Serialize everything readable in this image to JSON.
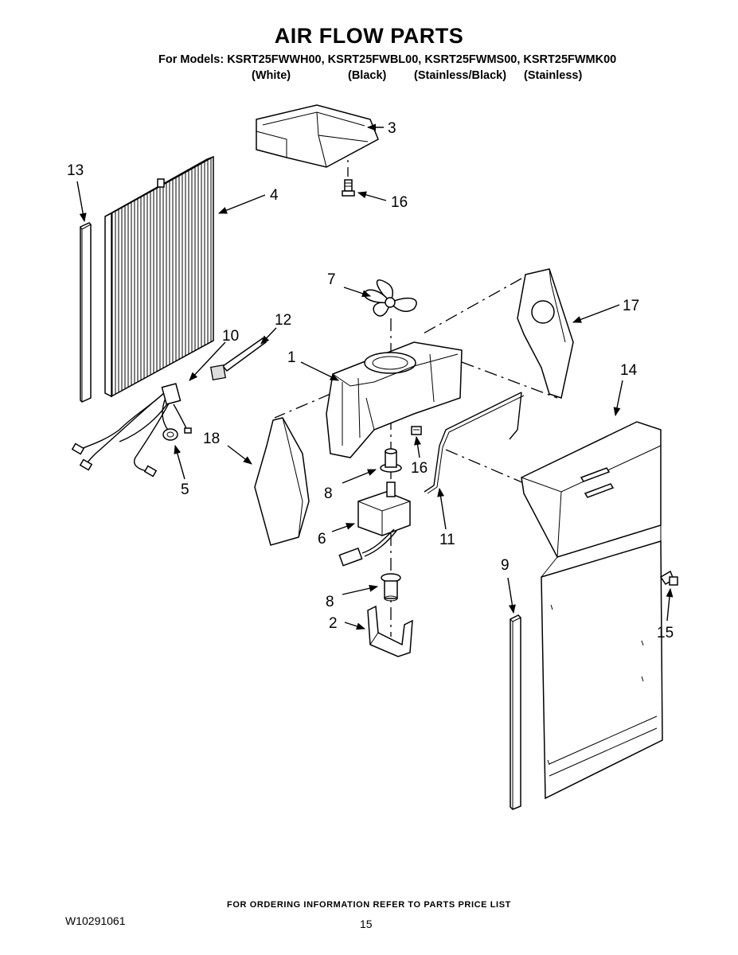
{
  "header": {
    "title": "AIR FLOW PARTS",
    "models_line": "For Models: KSRT25FWWH00, KSRT25FWBL00, KSRT25FWMS00, KSRT25FWMK00",
    "variants": [
      "(White)",
      "(Black)",
      "(Stainless/Black)",
      "(Stainless)"
    ]
  },
  "callouts": {
    "c1": "1",
    "c2": "2",
    "c3": "3",
    "c4": "4",
    "c5": "5",
    "c6": "6",
    "c7": "7",
    "c8a": "8",
    "c8b": "8",
    "c9": "9",
    "c10": "10",
    "c11": "11",
    "c12": "12",
    "c13": "13",
    "c14": "14",
    "c15": "15",
    "c16a": "16",
    "c16b": "16",
    "c17": "17",
    "c18": "18"
  },
  "footer": {
    "ordering_note": "FOR ORDERING INFORMATION REFER TO PARTS PRICE LIST",
    "document_number": "W10291061",
    "page_number": "15"
  }
}
